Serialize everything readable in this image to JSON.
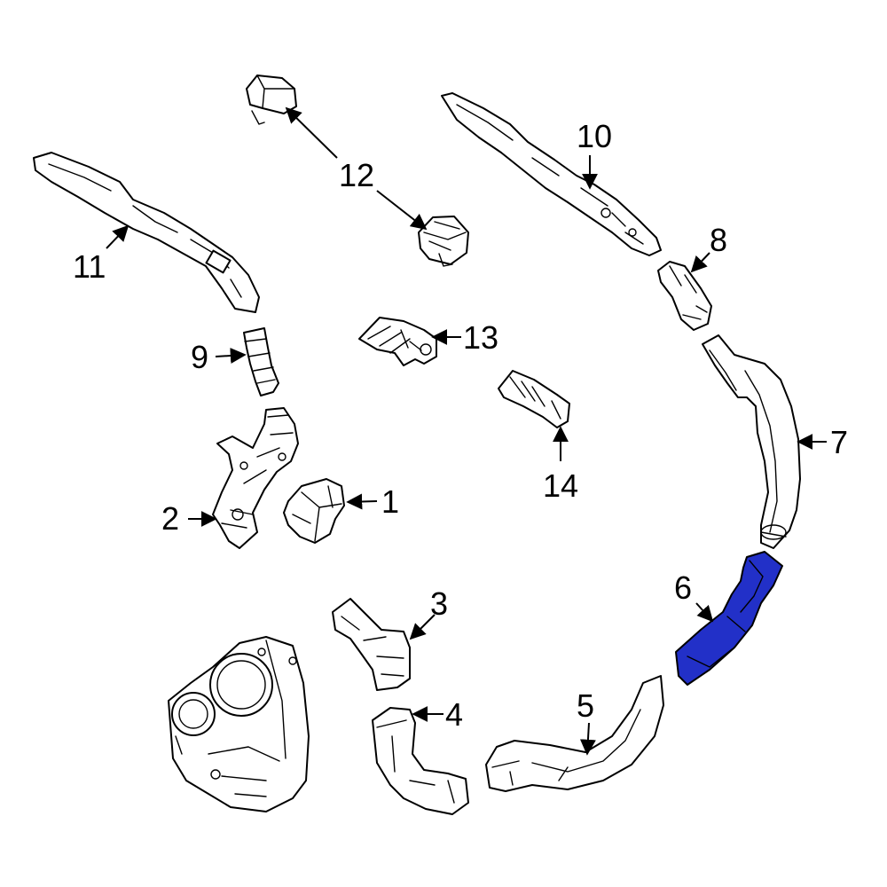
{
  "highlight_color": "#2230c8",
  "callouts": {
    "c1": "1",
    "c2": "2",
    "c3": "3",
    "c4": "4",
    "c5": "5",
    "c6": "6",
    "c7": "7",
    "c8": "8",
    "c9": "9",
    "c10": "10",
    "c11": "11",
    "c12": "12",
    "c13": "13",
    "c14": "14"
  }
}
